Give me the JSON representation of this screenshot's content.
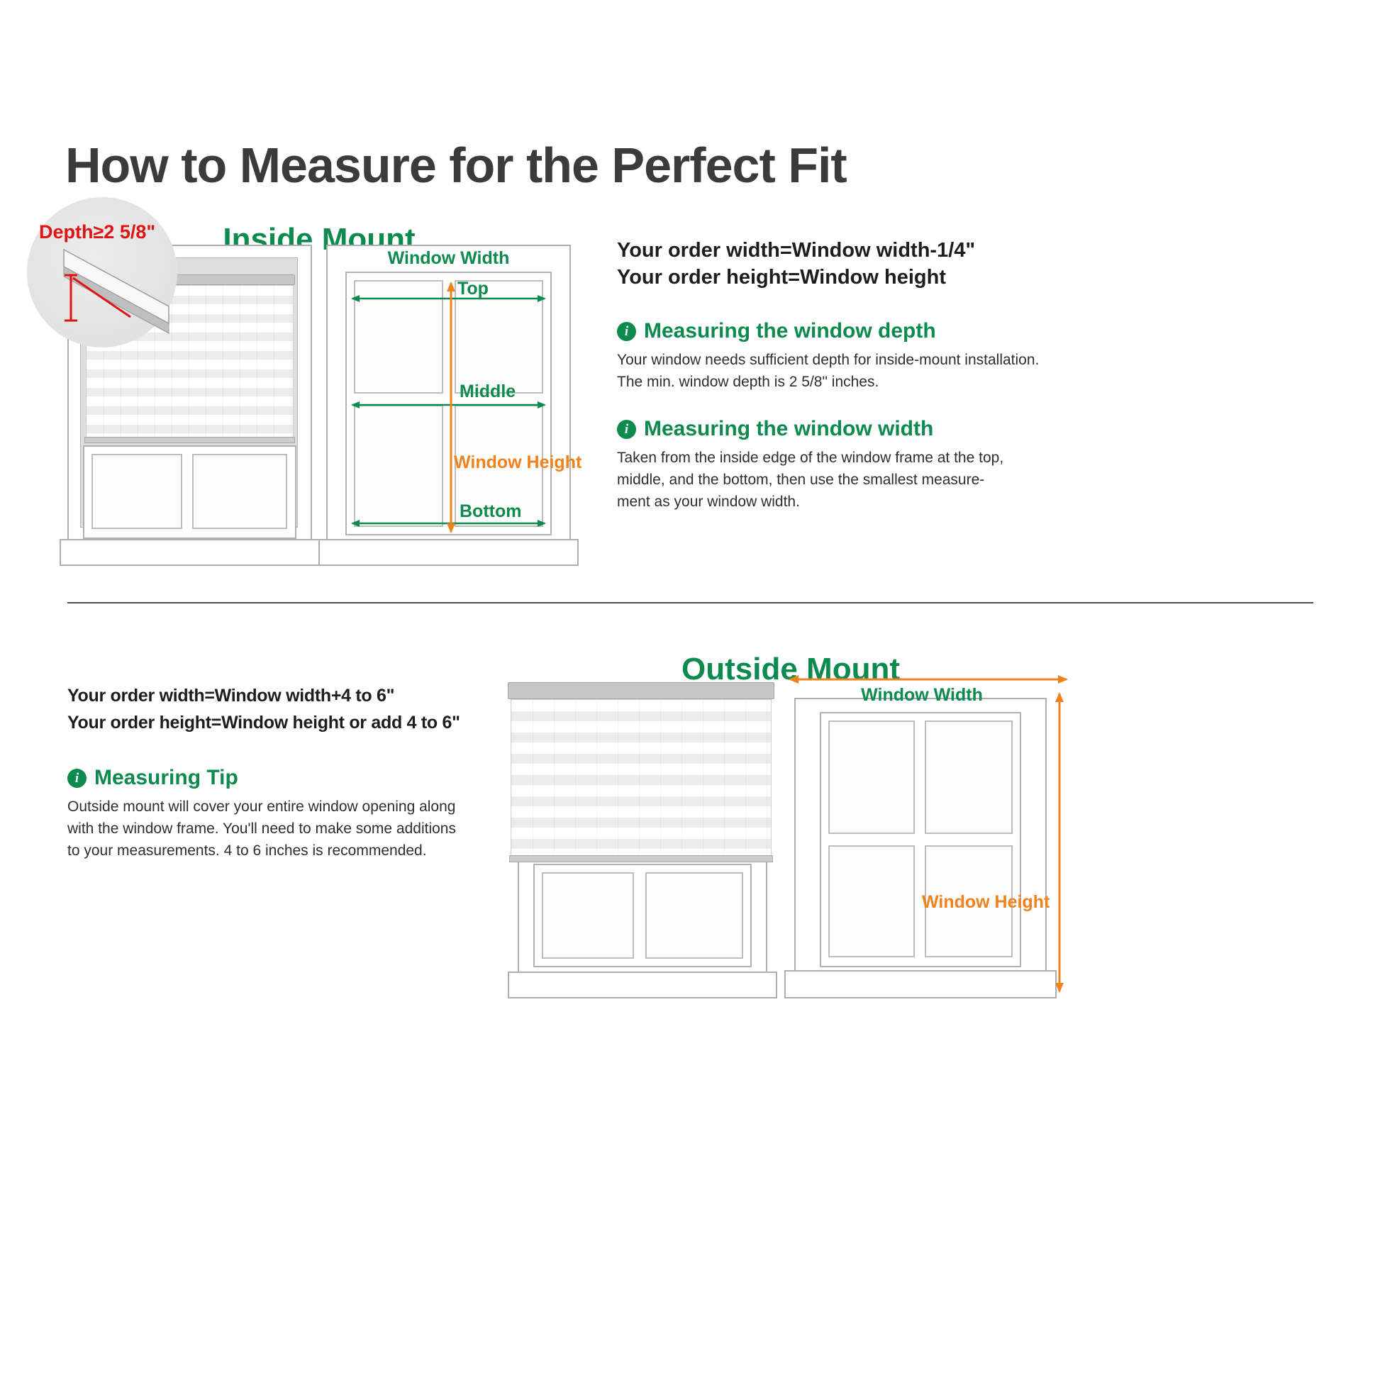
{
  "page": {
    "title": "How to Measure for the Perfect Fit"
  },
  "icons": {
    "info": "i"
  },
  "colors": {
    "green": "#0d8a4e",
    "orange": "#f0821e",
    "red": "#e01212",
    "title_gray": "#3b3b3b"
  },
  "inside_mount": {
    "heading": "Inside Mount",
    "depth_badge": "Depth≥2 5/8\"",
    "order_width": "Your order width=Window width-1/4\"",
    "order_height": "Your order height=Window height",
    "depth_section": {
      "heading": "Measuring the window depth",
      "body": "Your window needs sufficient depth for inside-mount installation.\nThe min. window depth is 2 5/8\" inches."
    },
    "width_section": {
      "heading": "Measuring the window width",
      "body": "Taken from the inside edge of the window frame at the top,\nmiddle, and the bottom, then use the smallest measure-\nment as your window width."
    },
    "diagram": {
      "window_width": "Window Width",
      "top": "Top",
      "middle": "Middle",
      "bottom": "Bottom",
      "window_height": "Window Height"
    }
  },
  "outside_mount": {
    "heading": "Outside Mount",
    "order_width": "Your order width=Window width+4 to 6\"",
    "order_height": "Your order height=Window height or add 4 to 6\"",
    "tip_section": {
      "heading": "Measuring Tip",
      "body": "Outside mount will cover your entire window opening along\nwith the window frame. You'll need to make some additions\nto your measurements. 4 to 6 inches is recommended."
    },
    "diagram": {
      "window_width": "Window Width",
      "window_height": "Window Height"
    }
  }
}
